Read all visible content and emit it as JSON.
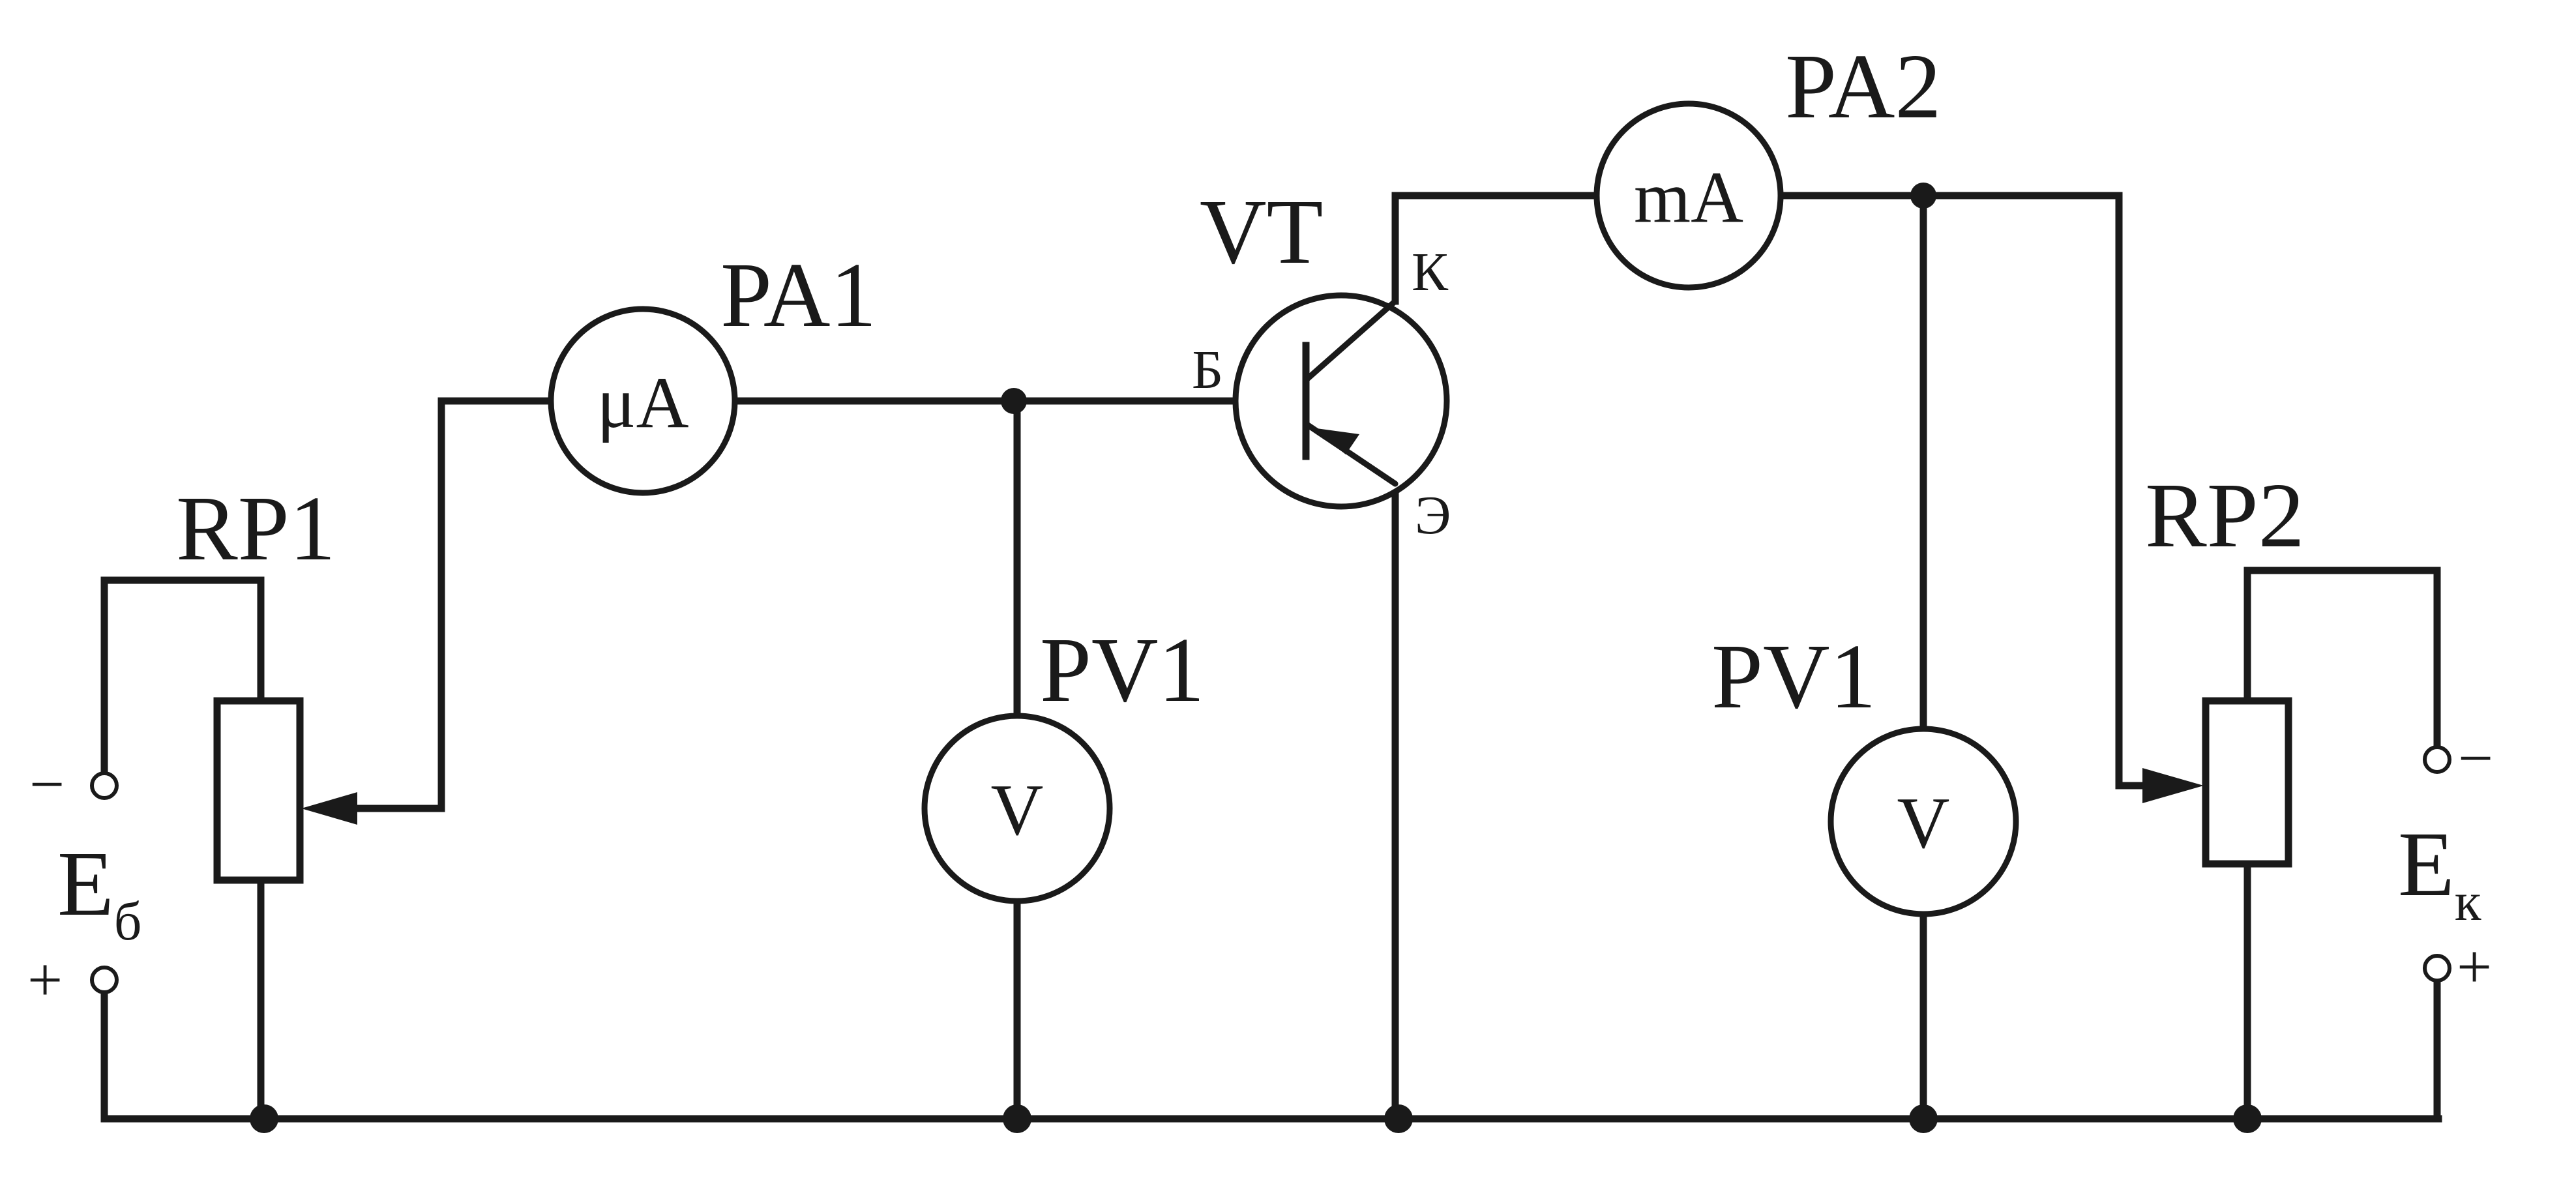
{
  "labels": {
    "pa1": "PA1",
    "pa2": "PA2",
    "vt": "VT",
    "rp1": "RP1",
    "rp2": "RP2",
    "pv_left": "PV1",
    "pv_right": "PV1",
    "eb_main": "E",
    "eb_sub": "б",
    "ek_main": "E",
    "ek_sub": "к"
  },
  "meters": {
    "pa1": "μA",
    "pa2": "mA",
    "pv_left": "V",
    "pv_right": "V"
  },
  "pins": {
    "base": "Б",
    "collector": "К",
    "emitter": "Э"
  },
  "signs": {
    "left_minus": "−",
    "left_plus": "+",
    "right_minus": "−",
    "right_plus": "+"
  },
  "colors": {
    "ink": "#1a1a1a",
    "background": "#ffffff"
  }
}
